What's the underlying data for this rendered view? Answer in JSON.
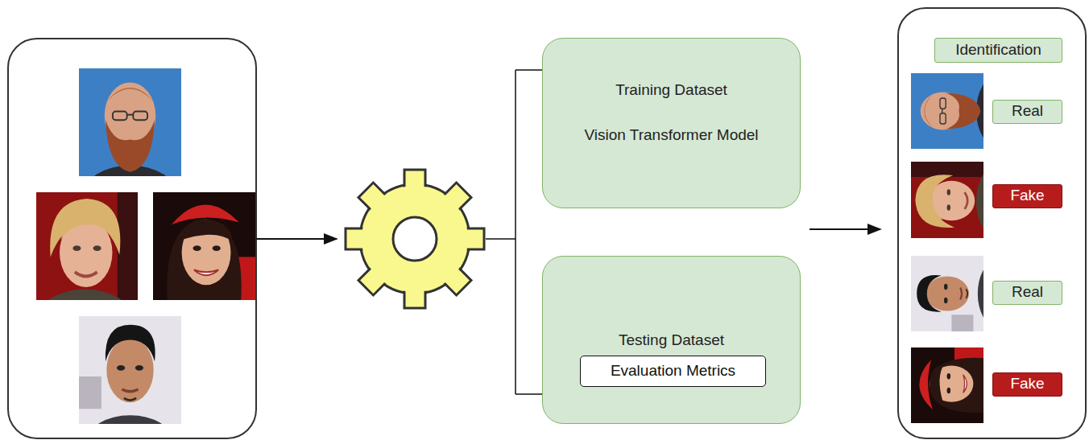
{
  "diagram": {
    "nodes": [
      {
        "text": [
          "Training Dataset",
          "Vision Transformer Model"
        ]
      },
      {
        "text": [
          "Testing Dataset"
        ]
      },
      {
        "text": [
          "Evaluation Metrics"
        ],
        "in": 1
      },
      {
        "text": [
          "Identification"
        ]
      },
      {
        "text": [
          "Real"
        ]
      },
      {
        "text": [
          "Fake"
        ]
      },
      {
        "text": [
          "Real"
        ]
      },
      {
        "text": [
          "Fake"
        ]
      }
    ]
  }
}
